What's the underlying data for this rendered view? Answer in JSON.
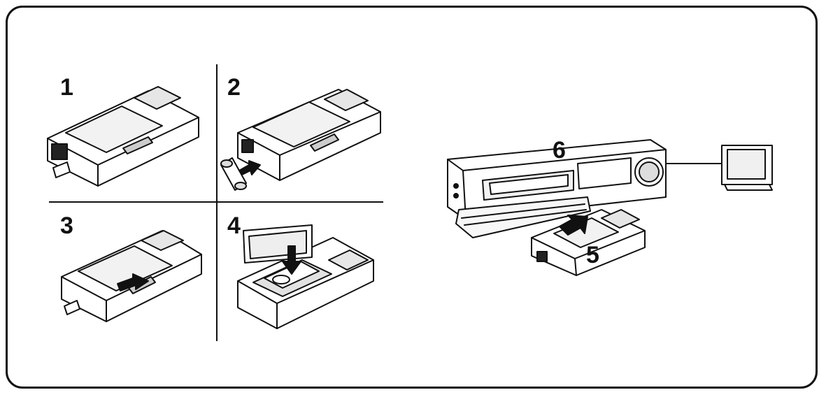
{
  "steps": {
    "s1": "1",
    "s2": "2",
    "s3": "3",
    "s4": "4",
    "s5": "5",
    "s6": "6"
  },
  "colors": {
    "ink": "#111111",
    "paper": "#ffffff",
    "shade": "#dcdcdc"
  }
}
